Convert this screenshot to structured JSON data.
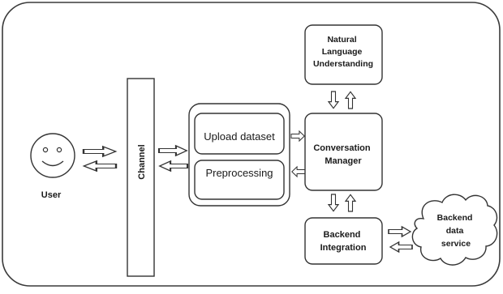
{
  "diagram": {
    "user": {
      "label": "User"
    },
    "channel": {
      "label": "Channel"
    },
    "upload_dataset": {
      "label": "Upload dataset"
    },
    "preprocessing": {
      "label": "Preprocessing"
    },
    "nlu": {
      "lines": [
        "Natural",
        "Language",
        "Understanding"
      ]
    },
    "conversation_manager": {
      "lines": [
        "Conversation",
        "Manager"
      ]
    },
    "backend_integration": {
      "lines": [
        "Backend",
        "Integration"
      ]
    },
    "backend_data_service": {
      "lines": [
        "Backend",
        "data",
        "service"
      ]
    }
  }
}
